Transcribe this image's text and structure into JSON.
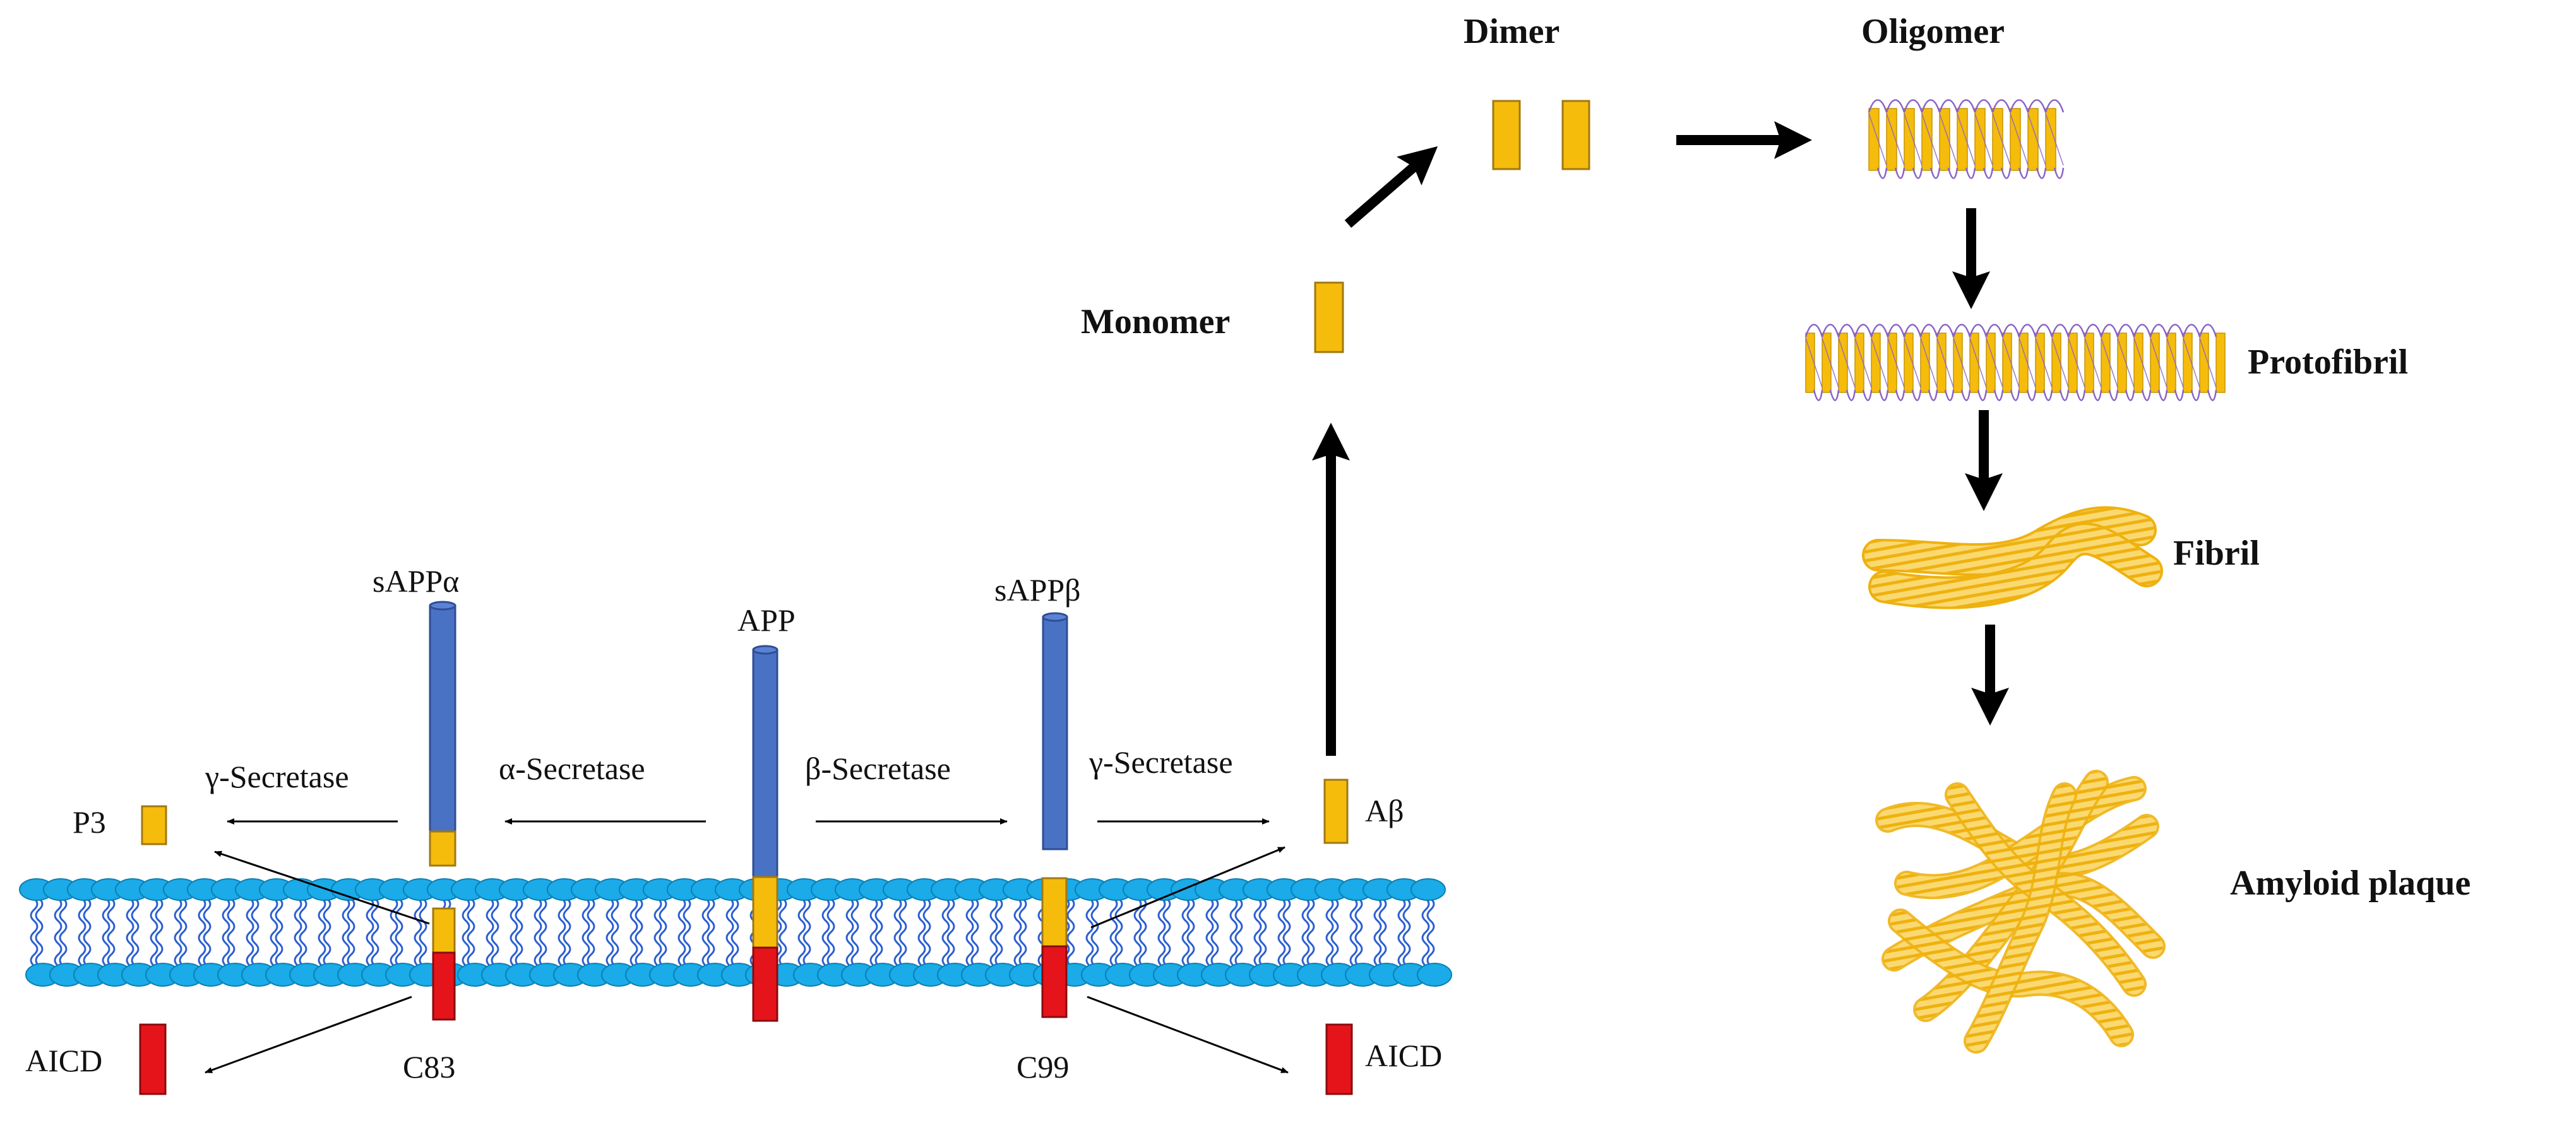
{
  "colors": {
    "app_blue": "#4a72c4",
    "abeta_yellow": "#f6bc0c",
    "aicd_red": "#e5141b",
    "lipid_head": "#1aabe8",
    "lipid_tail": "#2b5fd0",
    "loop_purple": "#8a62c8",
    "fibril_yellow": "#f4c430",
    "arrow": "#000000"
  },
  "membrane": {
    "name": "lipid-bilayer"
  },
  "processing": {
    "app_label": "APP",
    "sappa_label": "sAPPα",
    "sappb_label": "sAPPβ",
    "p3_label": "P3",
    "abeta_label": "Aβ",
    "aicd_left_label": "AICD",
    "aicd_right_label": "AICD",
    "c83_label": "C83",
    "c99_label": "C99",
    "gamma_left_label": "γ-Secretase",
    "alpha_label": "α-Secretase",
    "beta_label": "β-Secretase",
    "gamma_right_label": "γ-Secretase"
  },
  "aggregation": {
    "monomer_label": "Monomer",
    "dimer_label": "Dimer",
    "oligomer_label": "Oligomer",
    "protofibril_label": "Protofibril",
    "fibril_label": "Fibril",
    "plaque_label": "Amyloid plaque"
  }
}
